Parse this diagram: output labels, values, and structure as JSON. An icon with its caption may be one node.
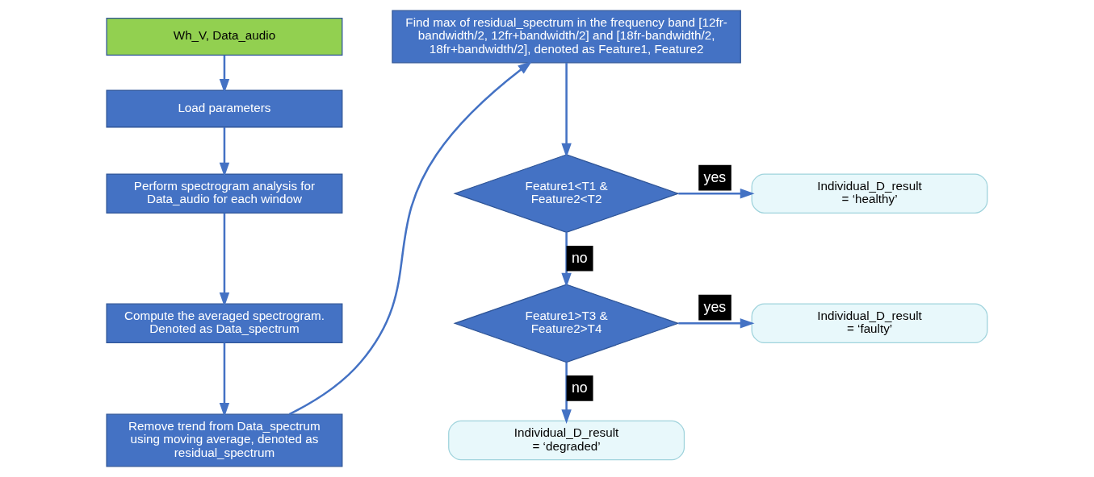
{
  "diagram": {
    "nodes": [
      {
        "text": [
          "Wh_V, Data_audio"
        ]
      },
      {
        "text": [
          "Load parameters"
        ]
      },
      {
        "text": [
          "Perform spectrogram analysis for Data_audio for each window"
        ]
      },
      {
        "text": [
          "Compute the averaged spectrogram. Denoted as Data_spectrum"
        ]
      },
      {
        "text": [
          "Remove trend from Data_spectrum using moving average, denoted as residual_spectrum"
        ]
      },
      {
        "text": [
          "Find max of residual_spectrum in the frequency band [12fr-bandwidth/2, 12fr+bandwidth/2] and [18fr-bandwidth/2, 18fr+bandwidth/2], denoted as Feature1, Feature2"
        ]
      },
      {
        "text": [
          "Feature1<T1 & Feature2<T2"
        ]
      },
      {
        "text": [
          "Individual_D_result = ‘healthy’"
        ]
      },
      {
        "text": [
          "Feature1>T3 & Feature2>T4"
        ]
      },
      {
        "text": [
          "Individual_D_result = ‘faulty’"
        ]
      },
      {
        "text": [
          "Individual_D_result = ‘degraded’"
        ]
      }
    ],
    "edges": [
      {
        "from": 0,
        "to": 1,
        "arrow": "to"
      },
      {
        "from": 1,
        "to": 2,
        "arrow": "to"
      },
      {
        "from": 2,
        "to": 3,
        "arrow": "to"
      },
      {
        "from": 3,
        "to": 4,
        "arrow": "to"
      },
      {
        "from": 4,
        "to": 5,
        "arrow": "to"
      },
      {
        "from": 5,
        "to": 6,
        "arrow": "to"
      },
      {
        "from": 6,
        "to": 7,
        "arrow": "to",
        "label": "yes"
      },
      {
        "from": 6,
        "to": 8,
        "arrow": "to",
        "label": "no"
      },
      {
        "from": 8,
        "to": 9,
        "arrow": "to",
        "label": "yes"
      },
      {
        "from": 8,
        "to": 10,
        "arrow": "to",
        "label": "no"
      }
    ]
  }
}
